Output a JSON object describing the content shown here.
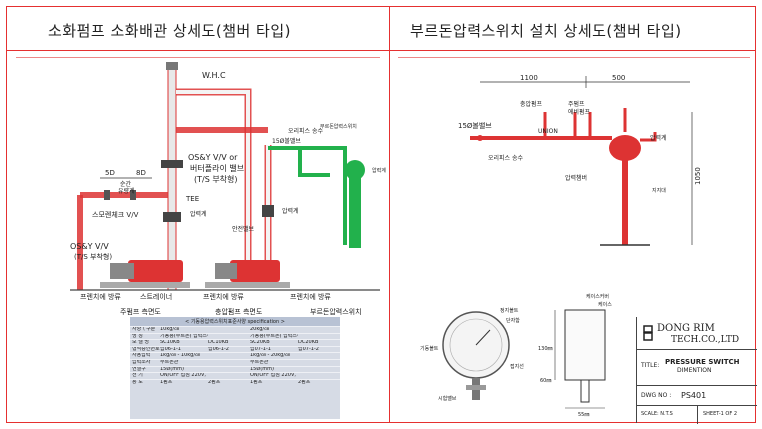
{
  "titles": {
    "left": "소화펌프 소화배관 상세도(챔버 타입)",
    "right": "부르돈압력스위치 설치 상세도(챔버 타입)"
  },
  "left_labels": {
    "whc": "W.H.C",
    "orifice": "오리피스 송수",
    "valve15": "15Ø볼밸브",
    "pressure_switch": "부르돈압력스위치",
    "pressure_gauge": "압력계",
    "osy_valve": "OS&Y V/V or",
    "butterfly": "버터플라이 밸브",
    "ts_type": "(T/S 부착형)",
    "d5": "5D",
    "d8": "8D",
    "flow_meter": "순간",
    "flow_meter2": "유량계",
    "tee": "TEE",
    "check_valve": "스모렌체크 V/V",
    "osy_valve2": "OS&Y V/V",
    "ts_type2": "(T/S 부착형)",
    "gauge2": "압력계",
    "gauge3": "압력계",
    "safety_valve": "안전밸브",
    "foot_left": "프렌치에 방류",
    "strainer": "스트레이너",
    "foot_mid": "프렌치에 방류",
    "foot_right": "프렌치에 방류",
    "side_main": "주펌프 측면도",
    "side_jockey": "충압펌프 측면도",
    "side_switch": "부르돈압력스위치"
  },
  "spec_table": {
    "header": "< 기동용압력스위치표준사양 specification >",
    "rows": [
      [
        "사양 \\ 구분",
        "10kg/㎠",
        "",
        "20kg/㎠",
        ""
      ],
      [
        "명 칭",
        "기동용(부르돈) 압력스위치",
        "",
        "기동용(부르돈) 압력스위치",
        ""
      ],
      [
        "모 델 명",
        "SC10KB",
        "DC10KB",
        "SC20KB",
        "DC20KB"
      ],
      [
        "형식승인번호",
        "압06-1-1",
        "압06-1-2",
        "압07-1-1",
        "압07-1-2"
      ],
      [
        "사용압력",
        "1kg/㎠ - 10kg/㎠",
        "",
        "1kg/㎠ - 20kg/㎠",
        ""
      ],
      [
        "압력소자",
        "부르돈관",
        "",
        "부르돈관",
        ""
      ],
      [
        "연결구",
        "15Ø(mm)",
        "",
        "15Ø(mm)",
        ""
      ],
      [
        "전 기",
        "ON/OFF 접점 220V, 3A",
        "",
        "ON/OFF 접점 220V, 3A",
        ""
      ],
      [
        "용 도",
        "1펌프",
        "2펌프",
        "1펌프",
        "2펌프"
      ]
    ]
  },
  "right_labels": {
    "dim1100": "1100",
    "dim500": "500",
    "main_pump": "주펌프",
    "main_pump2": "에비펌프",
    "jockey_pump": "충압펌프",
    "valve15": "15Ø볼밸브",
    "union": "UNION",
    "orifice": "오리피스 송수",
    "gauge": "압력계",
    "chamber": "압력챔버",
    "support": "지지대",
    "dim1050": "1050"
  },
  "detail_labels": {
    "contact_adjust": "정지볼트",
    "scale_plate": "단자함",
    "start_point": "기동볼트",
    "pipe": "접지선",
    "stop_valve": "시험밸브",
    "cover": "케이스커버",
    "case": "케이스",
    "dim130": "130㎜",
    "dim60": "60㎜",
    "dim55": "55㎜"
  },
  "title_block": {
    "company": "DONG RIM",
    "company2": "TECH.CO.,LTD",
    "title_label": "TITLE:",
    "title1": "PRESSURE SWITCH",
    "title2": "DIMENTION",
    "dwg_label": "DWG NO :",
    "dwg_no": "PS401",
    "scale": "SCALE: N.T.S",
    "sheet": "SHEET-1 OF 2"
  },
  "colors": {
    "frame": "#e53030",
    "pipe_red": "#e04040",
    "pipe_green": "#22b14c",
    "pump": "#5a5a5a"
  }
}
